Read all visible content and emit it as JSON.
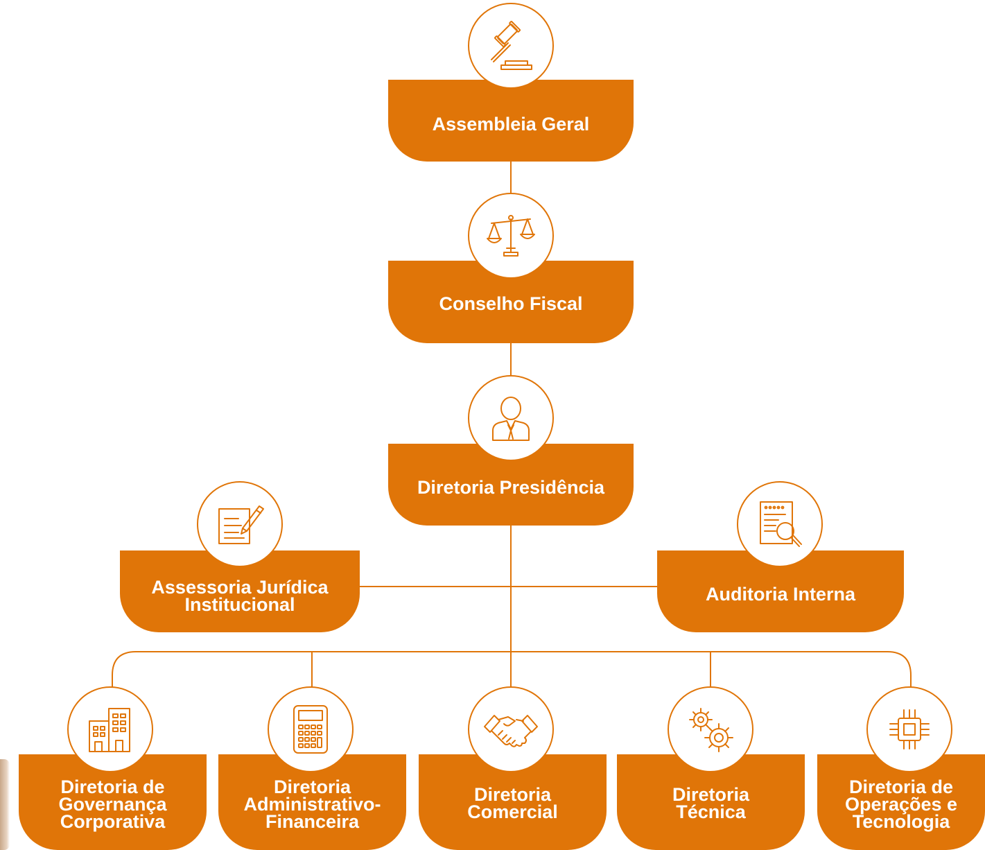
{
  "accent_color": "#E07508",
  "nodes": {
    "assembleia": {
      "label": "Assembleia Geral",
      "icon": "gavel-icon"
    },
    "conselho": {
      "label": "Conselho Fiscal",
      "icon": "scales-icon"
    },
    "presidencia": {
      "label": "Diretoria Presidência",
      "icon": "executive-icon"
    },
    "juridica": {
      "label": "Assessoria Jurídica\nInstitucional",
      "icon": "document-pen-icon"
    },
    "auditoria": {
      "label": "Auditoria Interna",
      "icon": "audit-magnifier-icon"
    },
    "governanca": {
      "label": "Diretoria de\nGovernança\nCorporativa",
      "icon": "buildings-icon"
    },
    "administrativo": {
      "label": "Diretoria\nAdministrativo-\nFinanceira",
      "icon": "calculator-icon"
    },
    "comercial": {
      "label": "Diretoria\nComercial",
      "icon": "handshake-icon"
    },
    "tecnica": {
      "label": "Diretoria\nTécnica",
      "icon": "gears-icon"
    },
    "operacoes": {
      "label": "Diretoria de\nOperações e\nTecnologia",
      "icon": "chip-icon"
    }
  }
}
